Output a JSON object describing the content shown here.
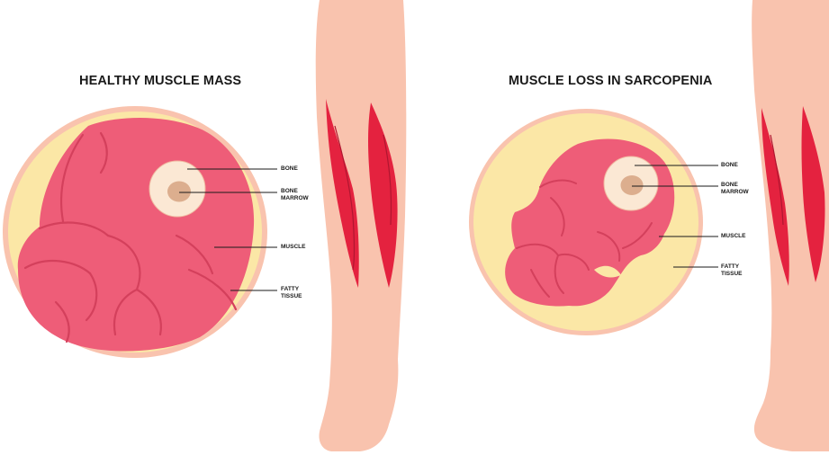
{
  "panels": {
    "healthy": {
      "title": "HEALTHY MUSCLE MASS",
      "labels": {
        "bone": "BONE",
        "bone_marrow_1": "BONE",
        "bone_marrow_2": "MARROW",
        "muscle": "MUSCLE",
        "fatty_1": "FATTY",
        "fatty_2": "TISSUE"
      }
    },
    "sarcopenia": {
      "title": "MUSCLE LOSS IN SARCOPENIA",
      "labels": {
        "bone": "BONE",
        "bone_marrow_1": "BONE",
        "bone_marrow_2": "MARROW",
        "muscle": "MUSCLE",
        "fatty_1": "FATTY",
        "fatty_2": "TISSUE"
      }
    }
  },
  "colors": {
    "skin": "#f9c3ae",
    "skin_outline": "#f3ad97",
    "fat": "#fbe7a6",
    "muscle": "#ee5d78",
    "muscle_dark": "#d4405c",
    "muscle_red": "#e4223f",
    "bone": "#fbe8d4",
    "marrow": "#dcae8e",
    "ink": "#1a1a1a"
  }
}
